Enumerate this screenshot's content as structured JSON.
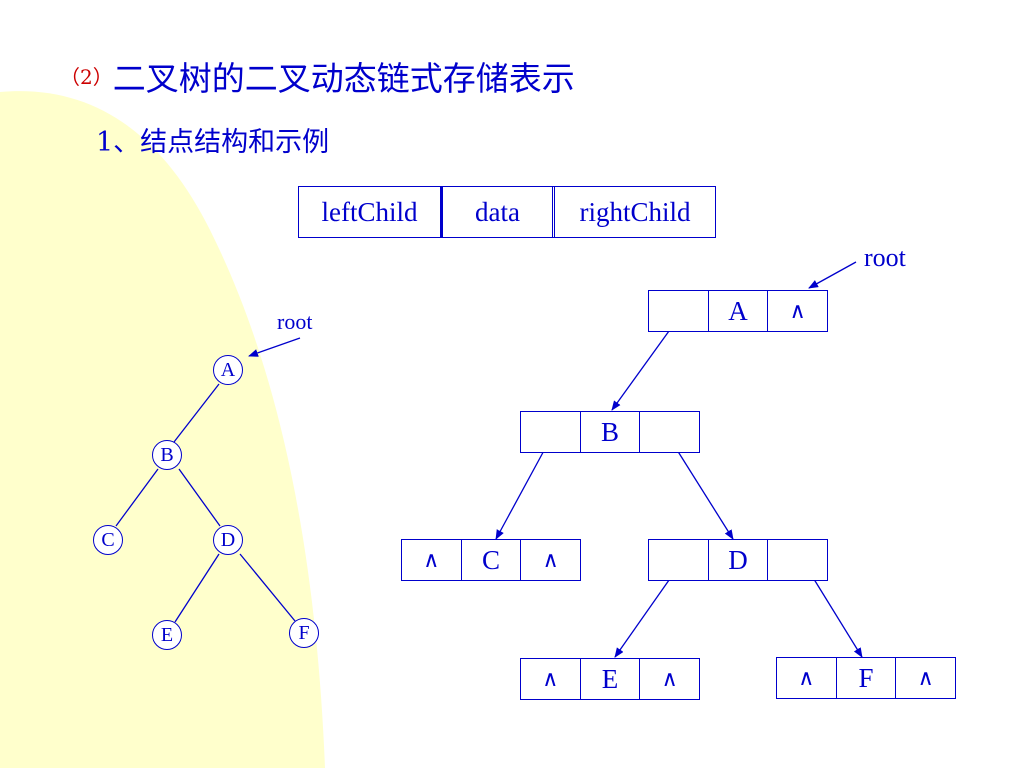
{
  "title": {
    "prefix": "（2）",
    "text": "二叉树的二叉动态链式存储表示"
  },
  "subtitle": "1、结点结构和示例",
  "structure_fields": [
    "leftChild",
    "data",
    "rightChild"
  ],
  "tree": {
    "root_label": "root",
    "nodes": [
      "A",
      "B",
      "C",
      "D",
      "E",
      "F"
    ]
  },
  "linked": {
    "root_label": "root",
    "null_symbol": "∧",
    "nodes": {
      "A": {
        "left": "",
        "data": "A",
        "right": "∧"
      },
      "B": {
        "left": "",
        "data": "B",
        "right": ""
      },
      "C": {
        "left": "∧",
        "data": "C",
        "right": "∧"
      },
      "D": {
        "left": "",
        "data": "D",
        "right": ""
      },
      "E": {
        "left": "∧",
        "data": "E",
        "right": "∧"
      },
      "F": {
        "left": "∧",
        "data": "F",
        "right": "∧"
      }
    }
  },
  "colors": {
    "text": "#0000cc",
    "title_prefix": "#cc0000",
    "background_blob": "#ffffcc"
  }
}
